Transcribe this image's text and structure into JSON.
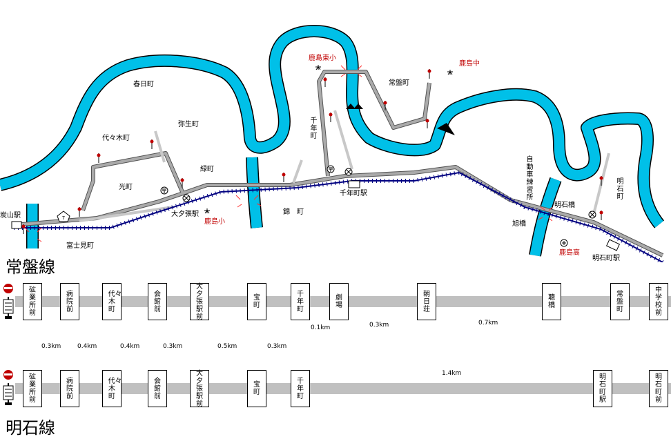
{
  "map": {
    "town_labels": [
      {
        "name": "春日町"
      },
      {
        "name": "弥生町"
      },
      {
        "name": "代々木町"
      },
      {
        "name": "光町"
      },
      {
        "name": "緑町"
      },
      {
        "name": "錦　町"
      },
      {
        "name": "常盤町"
      },
      {
        "name": "富士見町"
      }
    ],
    "vertical_labels": [
      {
        "name": "千年町"
      },
      {
        "name": "自動車練習所"
      },
      {
        "name": "明石町"
      }
    ],
    "stations": [
      {
        "name": "大夕張駅"
      },
      {
        "name": "千年町駅"
      },
      {
        "name": "明石町駅"
      },
      {
        "name": "炭山駅"
      }
    ],
    "schools": [
      {
        "name": "鹿島東小"
      },
      {
        "name": "鹿島中"
      },
      {
        "name": "鹿島小"
      },
      {
        "name": "鹿島高"
      }
    ],
    "bridges": [
      {
        "name": "明石橋"
      },
      {
        "name": "旭橋"
      }
    ],
    "colors": {
      "river": "#00c0e8",
      "road": "#999999",
      "railway": "#000080",
      "school_label": "#c00000"
    },
    "icons": [
      "bus-stop-icon",
      "post-office-icon",
      "police-box-icon",
      "school-icon",
      "national-route-icon",
      "bridge-icon"
    ],
    "route_sign": "7"
  },
  "lines": [
    {
      "title": "常盤線",
      "stops": [
        "砿業所前",
        "病院前",
        "代々木町",
        "会館前",
        "大夕張駅前",
        "宝町",
        "千年町",
        "劇場",
        "朝日荘",
        "聴橋",
        "常盤町",
        "中学校前"
      ],
      "distances": [
        "0.3km",
        "0.4km",
        "0.4km",
        "0.3km",
        "0.5km",
        "0.3km",
        "0.1km",
        "0.3km",
        "0.7km"
      ]
    },
    {
      "title": "明石線",
      "stops": [
        "砿業所前",
        "病院前",
        "代々木町",
        "会館前",
        "大夕張駅前",
        "宝町",
        "千年町",
        "明石町駅",
        "明石町前"
      ],
      "distances": [
        "1.4km"
      ]
    }
  ]
}
